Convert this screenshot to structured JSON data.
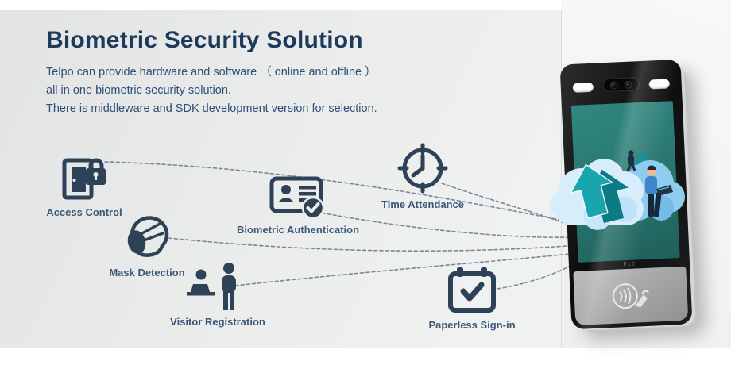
{
  "header": {
    "title": "Biometric Security Solution",
    "line1": "Telpo can provide hardware and software （ online and offline ）",
    "line2": "all in one biometric security solution.",
    "line3": "There is middleware and SDK development version for selection."
  },
  "features": [
    {
      "label": "Access Control",
      "icon": "door-lock-icon"
    },
    {
      "label": "Mask Detection",
      "icon": "masked-face-icon"
    },
    {
      "label": "Visitor Registration",
      "icon": "reception-desk-icon"
    },
    {
      "label": "Biometric Authentication",
      "icon": "id-card-check-icon"
    },
    {
      "label": "Time Attendance",
      "icon": "clock-icon"
    },
    {
      "label": "Paperless Sign-in",
      "icon": "calendar-check-icon"
    }
  ],
  "device": {
    "model_label": "F10",
    "screen_content": "cloud-upload-illustration"
  },
  "colors": {
    "title_text": "#1b3a5c",
    "body_text": "#2f4e77",
    "icon": "#2e4257",
    "label_text": "#3b5878",
    "dashed_line": "#64778c",
    "screen_teal": "#28746d",
    "cloud_blue": "#d8edfb",
    "arrow_teal": "#18a2ac",
    "panel_gray": "#e9eaea"
  }
}
